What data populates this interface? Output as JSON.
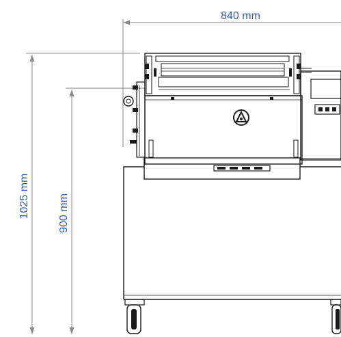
{
  "colors": {
    "dimension_text": "#3b5fa8",
    "dimension_line": "#8a8a8a",
    "drawing_line": "#1a1a1a",
    "background": "#ffffff"
  },
  "dimensions": {
    "width_label": "840 mm",
    "overall_height_label": "1025 mm",
    "working_height_label": "900 mm"
  },
  "icons": {
    "center_logo": "triangle-logo-icon"
  }
}
